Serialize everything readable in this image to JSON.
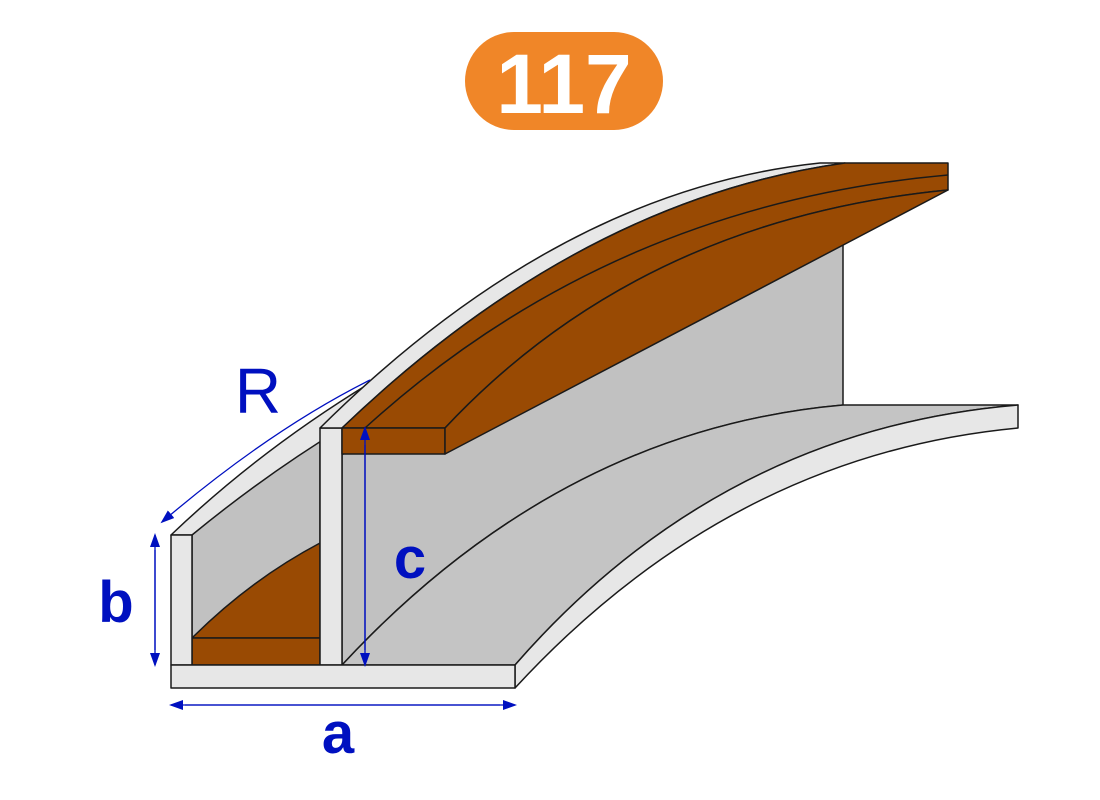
{
  "badge": {
    "number": "117",
    "color": "#f08628"
  },
  "labels": {
    "radius": "R",
    "width": "a",
    "side_height": "b",
    "center_height": "c"
  },
  "colors": {
    "profile_face": "#e7e7e7",
    "profile_inner": "#c1c1c1",
    "insert": "#994a03",
    "outline": "#1a1a1a",
    "dimension": "#0010c0"
  }
}
